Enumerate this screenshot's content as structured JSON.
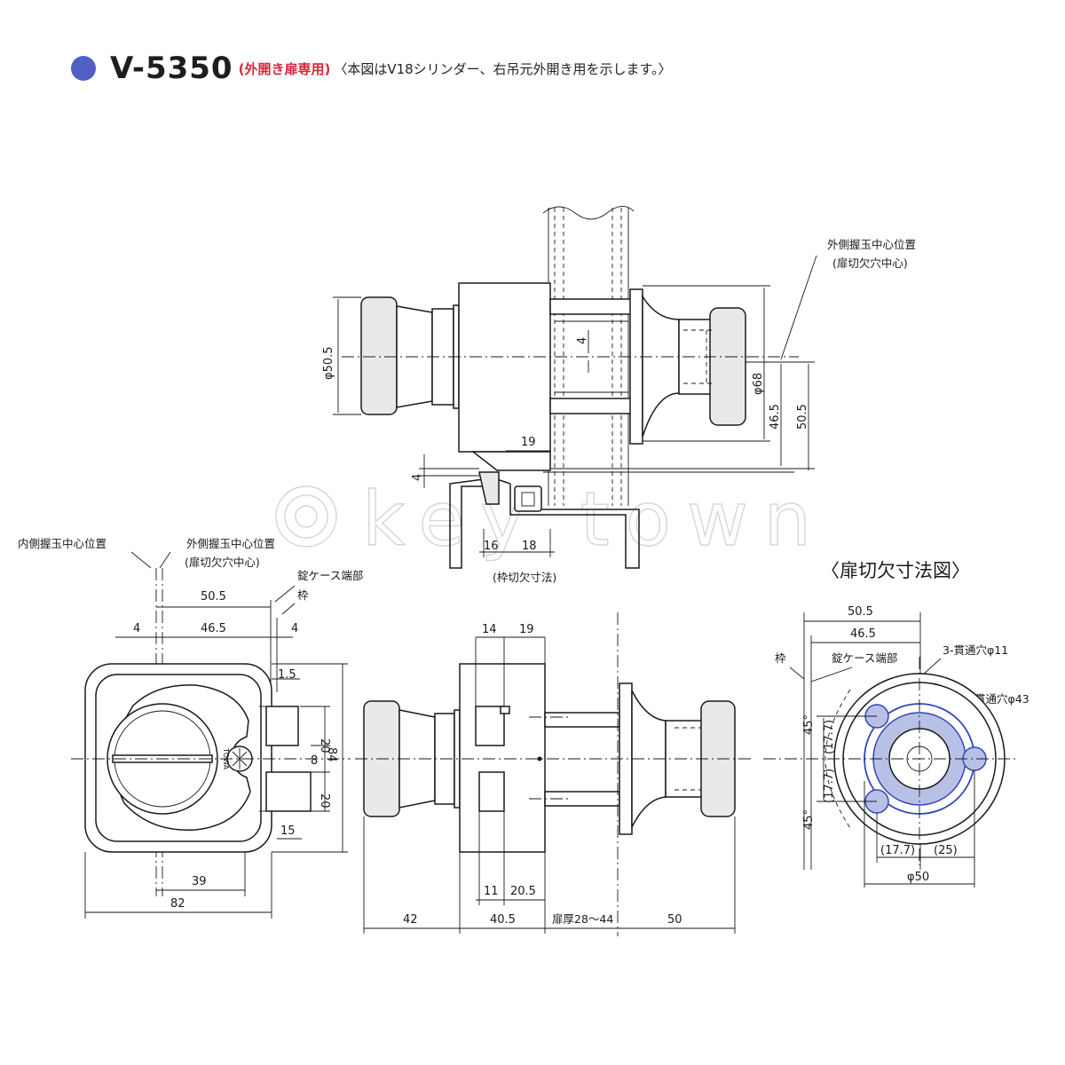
{
  "header": {
    "model": "V-5350",
    "note_red": "(外開き扉専用)",
    "note": "〈本図はV18シリンダー、右吊元外開き用を示します。〉",
    "bullet_color": "#4f5fc4"
  },
  "watermark": "key town",
  "top_view": {
    "outer_knob_center_label": "外側握玉中心位置",
    "outer_knob_center_sub": "(扉切欠穴中心)",
    "dims": {
      "d_50_5": "φ50.5",
      "d_68": "φ68",
      "v4": "4",
      "v46_5": "46.5",
      "v50_5": "50.5",
      "v19": "19",
      "v4b": "4",
      "v16": "16",
      "v18": "18"
    },
    "frame_cut_label": "(枠切欠寸法)"
  },
  "front_view": {
    "inner_knob_center_label": "内側握玉中心位置",
    "outer_knob_center_label": "外側握玉中心位置",
    "outer_knob_center_sub": "(扉切欠穴中心)",
    "case_end_label": "錠ケース端部",
    "frame_label": "枠",
    "dims": {
      "h50_5": "50.5",
      "h4": "4",
      "h46_5": "46.5",
      "h4b": "4",
      "v1_5": "1.5",
      "v20a": "20",
      "v8": "8",
      "v84": "84",
      "v20b": "20",
      "h15": "15",
      "h39": "39",
      "h82": "82"
    },
    "plate_text": "TOWA"
  },
  "side_view": {
    "dims": {
      "h14": "14",
      "h19": "19",
      "h11": "11",
      "h20_5": "20.5",
      "h42": "42",
      "h40_5": "40.5",
      "door_thickness": "扉厚28～44",
      "h50": "50"
    }
  },
  "door_cut_view": {
    "title": "〈扉切欠寸法図〉",
    "frame_label": "枠",
    "case_end_label": "錠ケース端部",
    "holes_label": "3-貫通穴φ11",
    "through_hole_label": "貫通穴φ43",
    "dims": {
      "h50_5": "50.5",
      "h46_5": "46.5",
      "a45a": "45°",
      "v17_7a": "(17.7)",
      "v17_7b": "(17.7)",
      "a45b": "45°",
      "h17_7": "(17.7)",
      "h25": "(25)",
      "d50": "φ50"
    },
    "accent_color": "#3346b8"
  }
}
